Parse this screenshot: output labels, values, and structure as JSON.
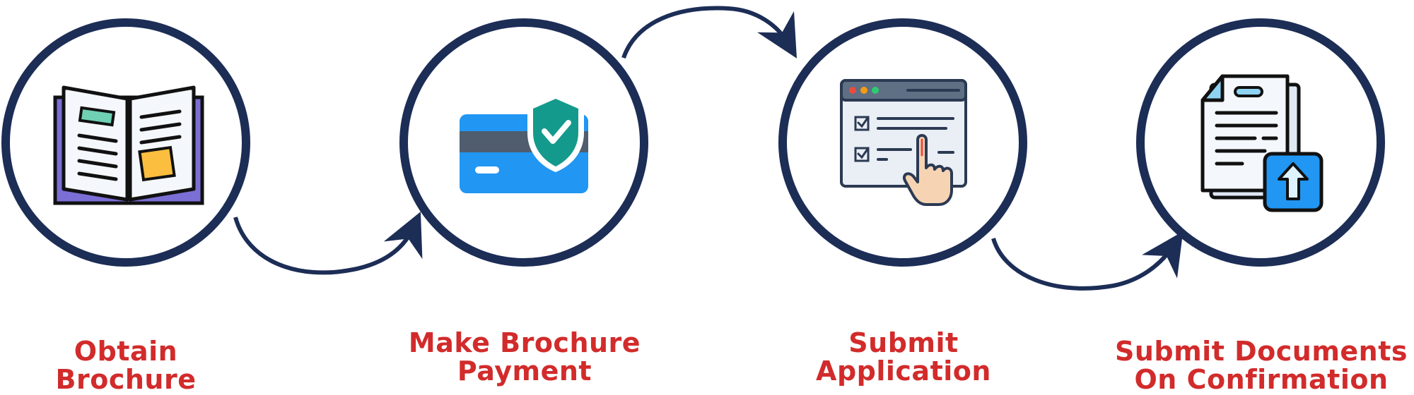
{
  "colors": {
    "ring": "#1c2d56",
    "arrow": "#1c2d56",
    "label": "#d22b2b"
  },
  "steps": [
    {
      "icon": "open-brochure-icon",
      "label_line1": "Obtain",
      "label_line2": "Brochure"
    },
    {
      "icon": "card-payment-shield-icon",
      "label_line1": "Make Brochure",
      "label_line2": "Payment"
    },
    {
      "icon": "online-form-click-icon",
      "label_line1": "Submit",
      "label_line2": "Application"
    },
    {
      "icon": "document-upload-icon",
      "label_line1": "Submit Documents",
      "label_line2": "On Confirmation"
    }
  ]
}
